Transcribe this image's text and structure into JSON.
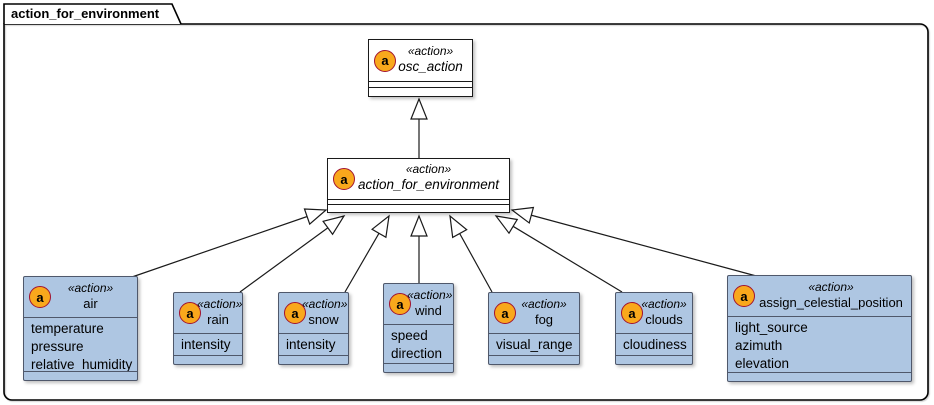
{
  "frame": {
    "title": "action_for_environment"
  },
  "stereotype": "«action»",
  "spot_letter": "a",
  "colors": {
    "class_fill": "#AEC6E2",
    "class_border": "#4F586B",
    "abstract_class_fill": "#FFFFFF",
    "spot_fill": "#F9A81C",
    "spot_border": "#A1132F",
    "edge_line": "#1A1A1A"
  },
  "classes": [
    {
      "name": "osc_action",
      "abstract": true,
      "attributes": []
    },
    {
      "name": "action_for_environment",
      "abstract": true,
      "attributes": []
    },
    {
      "name": "air",
      "abstract": false,
      "attributes": [
        "temperature",
        "pressure",
        "relative_humidity"
      ]
    },
    {
      "name": "rain",
      "abstract": false,
      "attributes": [
        "intensity"
      ]
    },
    {
      "name": "snow",
      "abstract": false,
      "attributes": [
        "intensity"
      ]
    },
    {
      "name": "wind",
      "abstract": false,
      "attributes": [
        "speed",
        "direction"
      ]
    },
    {
      "name": "fog",
      "abstract": false,
      "attributes": [
        "visual_range"
      ]
    },
    {
      "name": "clouds",
      "abstract": false,
      "attributes": [
        "cloudiness"
      ]
    },
    {
      "name": "assign_celestial_position",
      "abstract": false,
      "attributes": [
        "light_source",
        "azimuth",
        "elevation"
      ]
    }
  ],
  "relationships": [
    {
      "from": "action_for_environment",
      "to": "osc_action",
      "type": "generalization"
    },
    {
      "from": "air",
      "to": "action_for_environment",
      "type": "generalization"
    },
    {
      "from": "rain",
      "to": "action_for_environment",
      "type": "generalization"
    },
    {
      "from": "snow",
      "to": "action_for_environment",
      "type": "generalization"
    },
    {
      "from": "wind",
      "to": "action_for_environment",
      "type": "generalization"
    },
    {
      "from": "fog",
      "to": "action_for_environment",
      "type": "generalization"
    },
    {
      "from": "clouds",
      "to": "action_for_environment",
      "type": "generalization"
    },
    {
      "from": "assign_celestial_position",
      "to": "action_for_environment",
      "type": "generalization"
    }
  ]
}
